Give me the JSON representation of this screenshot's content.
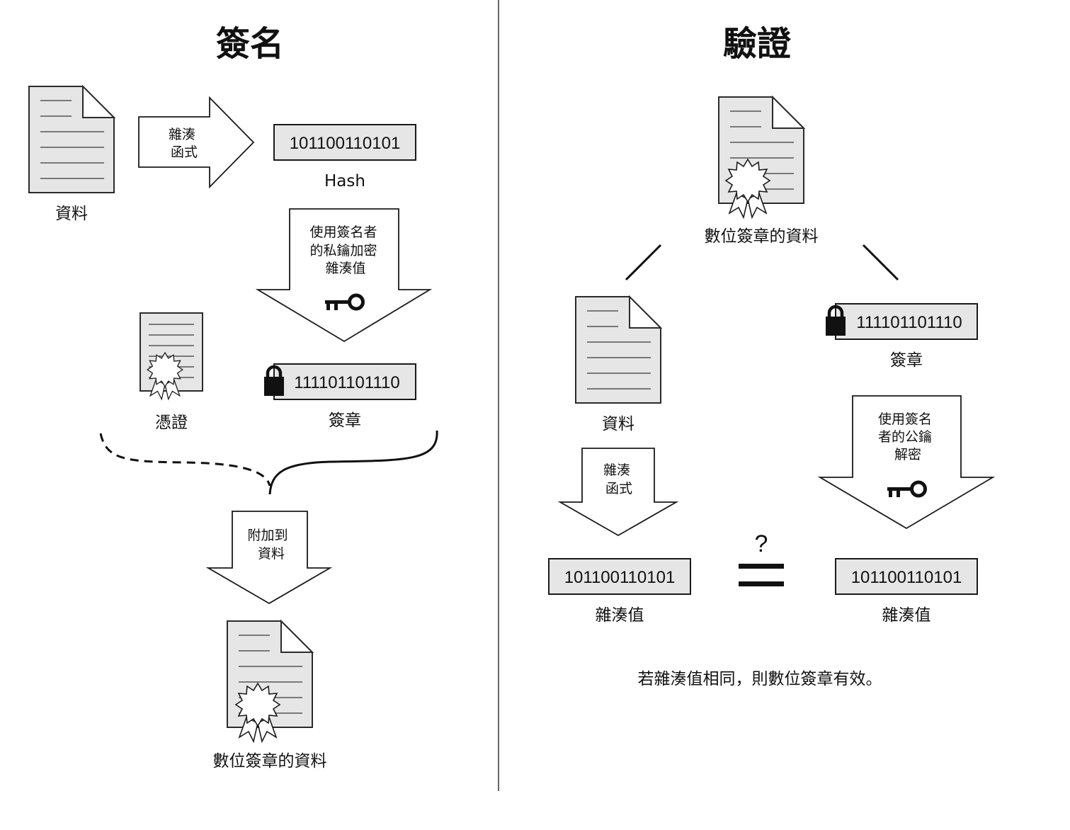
{
  "sign": {
    "heading": "簽名",
    "data_label": "資料",
    "hash_fn_arrow": [
      "雜湊",
      "函式"
    ],
    "hash_value": "101100110101",
    "hash_caption": "Hash",
    "encrypt_arrow": [
      "使用簽名者",
      "的私鑰加密",
      "雜湊值"
    ],
    "certificate_label": "憑證",
    "signature_value": "111101101110",
    "signature_caption": "簽章",
    "attach_arrow": [
      "附加到",
      "資料"
    ],
    "signed_data_label": "數位簽章的資料"
  },
  "verify": {
    "heading": "驗證",
    "signed_data_label": "數位簽章的資料",
    "data_label": "資料",
    "signature_value": "111101101110",
    "signature_caption": "簽章",
    "hash_fn_arrow": [
      "雜湊",
      "函式"
    ],
    "decrypt_arrow": [
      "使用簽名",
      "者的公鑰",
      "解密"
    ],
    "hash_left_value": "101100110101",
    "hash_left_caption": "雜湊值",
    "compare_symbol": "?",
    "hash_right_value": "101100110101",
    "hash_right_caption": "雜湊值",
    "conclusion": "若雜湊值相同，則數位簽章有效。"
  },
  "icons": [
    "document-icon",
    "key-icon",
    "lock-icon",
    "seal-icon",
    "certificate-icon"
  ]
}
